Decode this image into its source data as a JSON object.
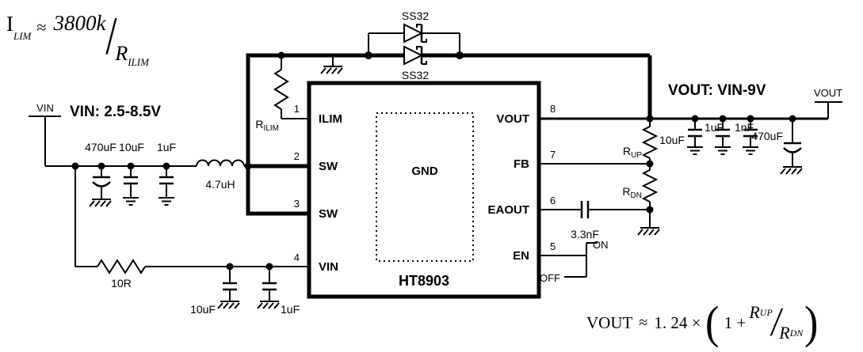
{
  "colors": {
    "ic_name": "#ff0000",
    "line": "#000000"
  },
  "formula_ilim": {
    "sym": "I",
    "sym_sub": "LIM",
    "approx": "≈",
    "num": "3800k",
    "slash": "/",
    "den": "R",
    "den_sub": "ILIM"
  },
  "formula_vout": {
    "lhs": "VOUT",
    "approx": "≈",
    "coeff": "1. 24 ×",
    "paren_open": "(",
    "one_plus": "1 +",
    "num": "R",
    "num_sub": "UP",
    "slash": "/",
    "den": "R",
    "den_sub": "DN",
    "paren_close": ")"
  },
  "terminals": {
    "vin": "VIN",
    "vout": "VOUT"
  },
  "notes": {
    "vin_range": "VIN: 2.5-8.5V",
    "vout_value": "VOUT: VIN-9V"
  },
  "components": {
    "cap_in_bulk": "470uF",
    "cap_in_mid": "10uF",
    "cap_in_small": "1uF",
    "inductor": "4.7uH",
    "res_series": "10R",
    "cap_vin_a": "10uF",
    "cap_vin_b": "1uF",
    "res_ilim_base": "R",
    "res_ilim_sub": "ILIM",
    "diode_top": "SS32",
    "diode_bottom": "SS32",
    "cap_out_a": "10uF",
    "cap_out_b": "1uF",
    "cap_out_c": "1nF",
    "cap_out_bulk": "470uF",
    "res_up_base": "R",
    "res_up_sub": "UP",
    "res_dn_base": "R",
    "res_dn_sub": "DN",
    "cap_comp": "3.3nF",
    "sw_on": "ON",
    "sw_off": "OFF"
  },
  "ic": {
    "name": "HT8903",
    "gnd": "GND",
    "pins_left": [
      {
        "num": "1",
        "name": "ILIM"
      },
      {
        "num": "2",
        "name": "SW"
      },
      {
        "num": "3",
        "name": "SW"
      },
      {
        "num": "4",
        "name": "VIN"
      }
    ],
    "pins_right": [
      {
        "num": "8",
        "name": "VOUT"
      },
      {
        "num": "7",
        "name": "FB"
      },
      {
        "num": "6",
        "name": "EAOUT"
      },
      {
        "num": "5",
        "name": "EN"
      }
    ]
  }
}
